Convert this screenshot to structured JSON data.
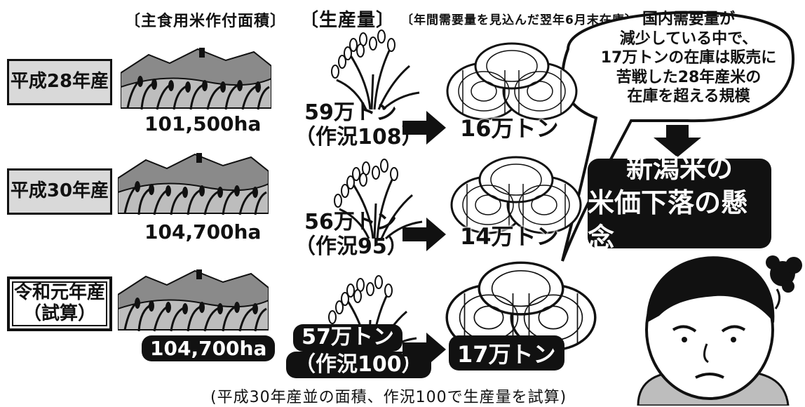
{
  "headers": {
    "area": "〔主食用米作付面積〕",
    "production": "〔生産量〕",
    "stock": "〔年間需要量を見込んだ翌年6月末在庫〕"
  },
  "rows": [
    {
      "year": "平成28年産",
      "area": "101,500ha",
      "production": "59万トン",
      "yield_index": "（作況108）",
      "stock": "16万トン"
    },
    {
      "year": "平成30年産",
      "area": "104,700ha",
      "production": "56万トン",
      "yield_index": "（作況95）",
      "stock": "14万トン"
    },
    {
      "year_line1": "令和元年産",
      "year_line2": "（試算）",
      "area": "104,700ha",
      "production": "57万トン",
      "yield_index": "（作況100）",
      "stock": "17万トン"
    }
  ],
  "bubble": {
    "lines": [
      "国内需要量が",
      "減少している中で、",
      "17万トンの在庫は販売に",
      "苦戦した28年産米の",
      "在庫を超える規模"
    ]
  },
  "concern": {
    "line1": "新潟米の",
    "line2": "米価下落の懸念"
  },
  "footnote": "(平成30年産並の面積、作況100で生産量を試算)",
  "icons": [
    "rice-field-illustration",
    "rice-plant-illustration",
    "arrow-right-icon",
    "rice-bales-illustration",
    "arrow-down-icon",
    "worried-man-illustration"
  ]
}
